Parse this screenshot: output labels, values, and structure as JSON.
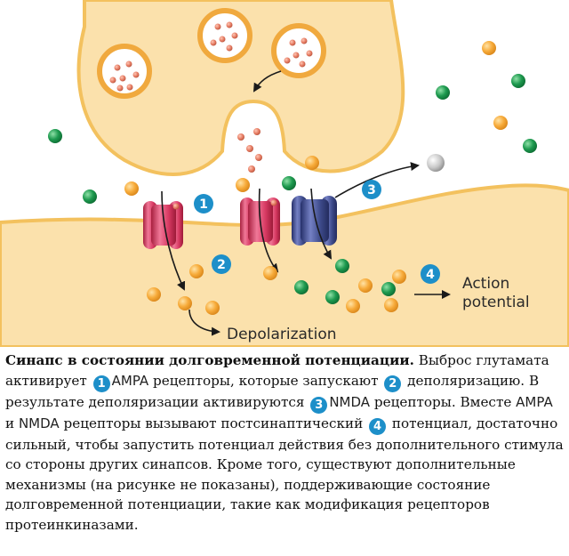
{
  "labels": {
    "depolarization": "Depolarization",
    "action_line1": "Action",
    "action_line2": "potential"
  },
  "markers": {
    "m1": "1",
    "m2": "2",
    "m3": "3",
    "m4": "4"
  },
  "caption": {
    "title": "Синапс в состоянии долговременной потенциации.",
    "t1": " Выброс глутамата активирует ",
    "ampa": "AMPA",
    "t2": " рецепторы, которые запускают ",
    "t3": " деполяризацию. В результате деполяризации активируются ",
    "nmda": "NMDA",
    "t4": " рецепторы. Вместе ",
    "ampa2": "AMPA",
    "and": " и ",
    "nmda2": "NMDA",
    "t5": " рецепторы вызывают постсинаптический ",
    "t6": " потенциал, достаточно сильный,  чтобы запустить потенциал действия без дополнительного стимула со стороны других синапсов. Кроме того, существуют дополнительные механизмы (на рисунке не показаны), поддерживающие состояние долговременной потенциации, такие как модификация рецепторов протеинкиназами."
  },
  "colors": {
    "cell": "#fbe1ac",
    "membrane": "#f3c15e",
    "vesicle_ring": "#f0a93e",
    "glutamate": "#e57b62",
    "orange_ion": "#f7ab3a",
    "green_ion": "#1e9a4f",
    "gray_ion": "#bcbcbc",
    "ampa": "#d83a63",
    "nmda": "#3d4a8a",
    "badge": "#1d8fc9"
  },
  "icons": {
    "arrow": "curved-arrow-icon",
    "badge": "numbered-circle-icon"
  }
}
